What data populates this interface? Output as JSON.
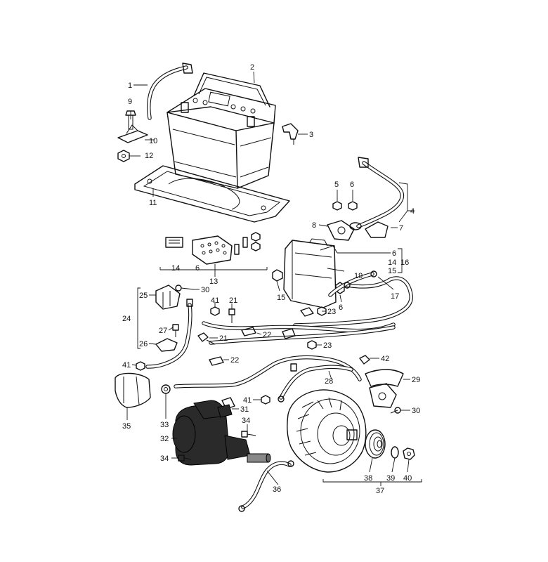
{
  "callouts": [
    {
      "id": "c1",
      "text": "1"
    },
    {
      "id": "c2",
      "text": "2"
    },
    {
      "id": "c3",
      "text": "3"
    },
    {
      "id": "c4",
      "text": "4"
    },
    {
      "id": "c5",
      "text": "5"
    },
    {
      "id": "c6a",
      "text": "6"
    },
    {
      "id": "c7",
      "text": "7"
    },
    {
      "id": "c8",
      "text": "8"
    },
    {
      "id": "c9",
      "text": "9"
    },
    {
      "id": "c10",
      "text": "10"
    },
    {
      "id": "c11",
      "text": "11"
    },
    {
      "id": "c12",
      "text": "12"
    },
    {
      "id": "c13",
      "text": "13"
    },
    {
      "id": "c14a",
      "text": "14"
    },
    {
      "id": "c6b",
      "text": "6"
    },
    {
      "id": "c6c",
      "text": "6"
    },
    {
      "id": "c14b",
      "text": "14"
    },
    {
      "id": "c15a",
      "text": "15"
    },
    {
      "id": "c16",
      "text": "16"
    },
    {
      "id": "c15b",
      "text": "15"
    },
    {
      "id": "c6d",
      "text": "6"
    },
    {
      "id": "c17",
      "text": "17"
    },
    {
      "id": "c19",
      "text": "19"
    },
    {
      "id": "c25",
      "text": "25"
    },
    {
      "id": "c30a",
      "text": "30"
    },
    {
      "id": "c24",
      "text": "24"
    },
    {
      "id": "c41a",
      "text": "41"
    },
    {
      "id": "c21a",
      "text": "21"
    },
    {
      "id": "c23a",
      "text": "23"
    },
    {
      "id": "c27",
      "text": "27"
    },
    {
      "id": "c22a",
      "text": "22"
    },
    {
      "id": "c26",
      "text": "26"
    },
    {
      "id": "c21b",
      "text": "21"
    },
    {
      "id": "c23b",
      "text": "23"
    },
    {
      "id": "c22b",
      "text": "22"
    },
    {
      "id": "c41b",
      "text": "41"
    },
    {
      "id": "c42",
      "text": "42"
    },
    {
      "id": "c28",
      "text": "28"
    },
    {
      "id": "c29",
      "text": "29"
    },
    {
      "id": "c41c",
      "text": "41"
    },
    {
      "id": "c30b",
      "text": "30"
    },
    {
      "id": "c33",
      "text": "33"
    },
    {
      "id": "c31",
      "text": "31"
    },
    {
      "id": "c35",
      "text": "35"
    },
    {
      "id": "c34a",
      "text": "34"
    },
    {
      "id": "c32",
      "text": "32"
    },
    {
      "id": "c34b",
      "text": "34"
    },
    {
      "id": "c36",
      "text": "36"
    },
    {
      "id": "c38",
      "text": "38"
    },
    {
      "id": "c39",
      "text": "39"
    },
    {
      "id": "c40",
      "text": "40"
    },
    {
      "id": "c37",
      "text": "37"
    }
  ]
}
